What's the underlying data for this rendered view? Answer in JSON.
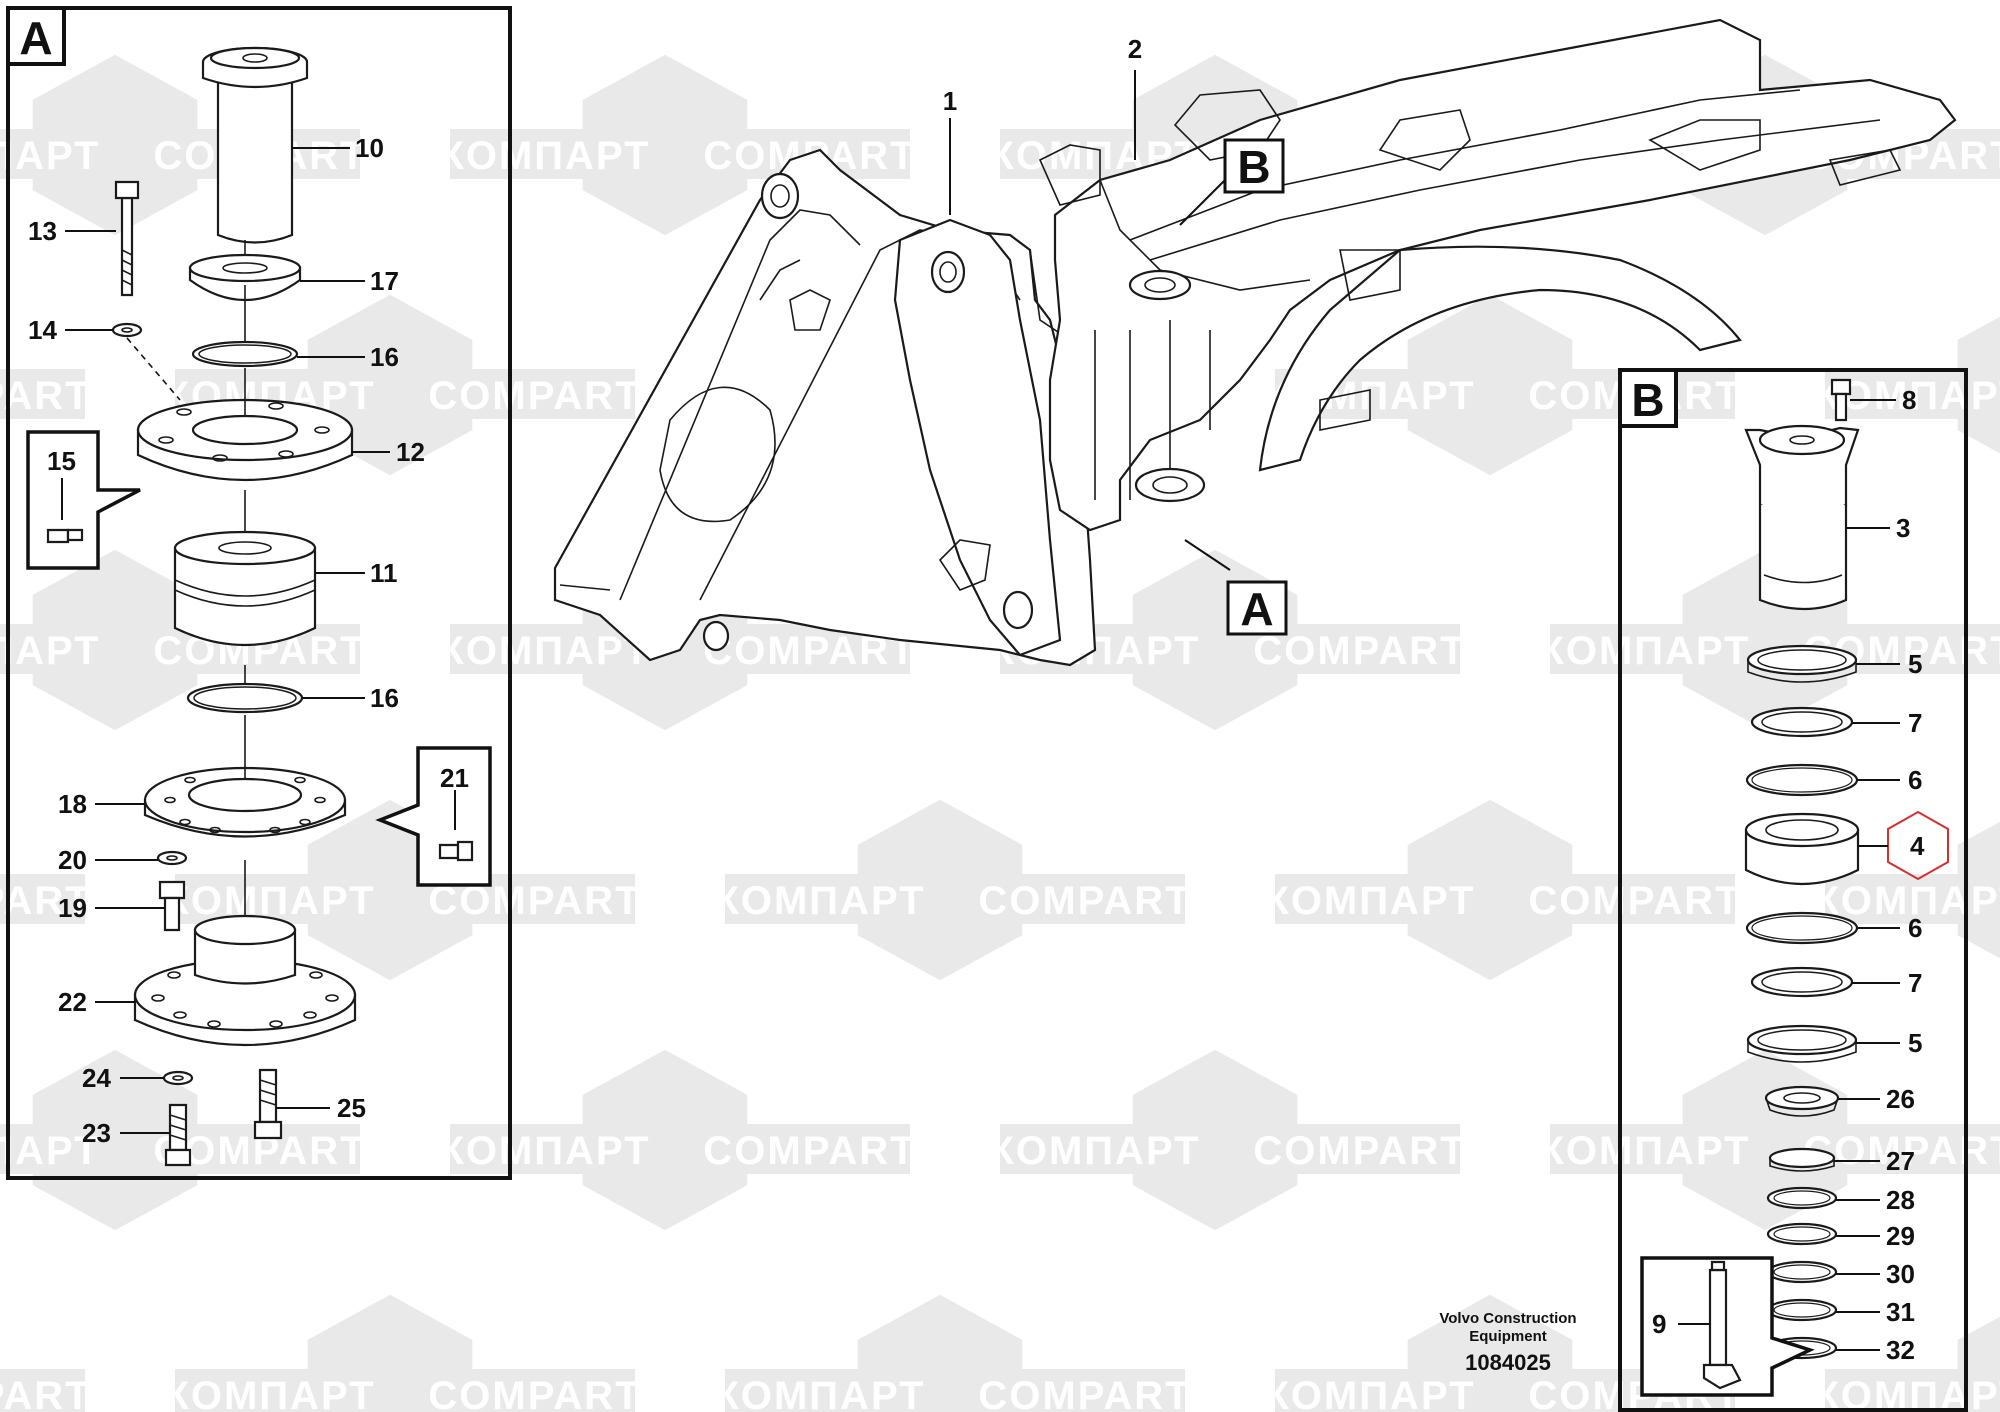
{
  "watermark": {
    "latin": "COMPART",
    "cyrillic": "КОМПАРТ"
  },
  "sections": {
    "a": {
      "letter": "A"
    },
    "b": {
      "letter": "B"
    },
    "main_a_marker": "A",
    "main_b_marker": "B"
  },
  "callouts": {
    "main": {
      "c1": "1",
      "c2": "2"
    },
    "a": {
      "c10": "10",
      "c13": "13",
      "c17": "17",
      "c14": "14",
      "c16a": "16",
      "c12": "12",
      "c15": "15",
      "c11": "11",
      "c16b": "16",
      "c21": "21",
      "c18": "18",
      "c20": "20",
      "c19": "19",
      "c22": "22",
      "c24": "24",
      "c25": "25",
      "c23": "23"
    },
    "b": {
      "c8": "8",
      "c3": "3",
      "c5a": "5",
      "c7a": "7",
      "c6a": "6",
      "c4": "4",
      "c6b": "6",
      "c7b": "7",
      "c5b": "5",
      "c26": "26",
      "c27": "27",
      "c28": "28",
      "c29": "29",
      "c30": "30",
      "c31": "31",
      "c9": "9",
      "c32": "32"
    }
  },
  "footer": {
    "manufacturer_line1": "Volvo Construction",
    "manufacturer_line2": "Equipment",
    "drawing_number": "1084025"
  },
  "colors": {
    "watermark_fill": "#e9e9e9",
    "highlight": "#d33030",
    "line": "#1a1a1a"
  }
}
